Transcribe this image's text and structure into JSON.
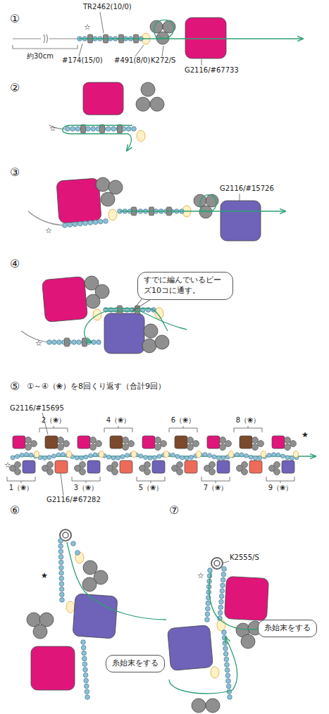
{
  "diagram": {
    "nodes": [
      {
        "text": [
          "すでに編んでいるビーズ10コに通す。"
        ]
      },
      {
        "text": [
          "糸始末をする"
        ]
      },
      {
        "text": [
          "糸始末をする"
        ]
      }
    ],
    "labels": [
      "①",
      "TR2462(10/0)",
      "☆",
      "約30cm",
      "#174(15/0)",
      "#491(8/0)",
      "K272/S",
      "G2116/#67733",
      "②",
      "☆",
      "③",
      "☆",
      "G2116/#15726",
      "④",
      "☆",
      "⑤",
      "①～④（❀）を8回くり返す（合計9回）",
      "G2116/#15695",
      "2（❀）",
      "4（❀）",
      "6（❀）",
      "8（❀）",
      "☆",
      "★",
      "1（❀）",
      "G2116/#67282",
      "3（❀）",
      "5（❀）",
      "7（❀）",
      "9（❀）",
      "⑥",
      "★",
      "⑦",
      "K2555/S",
      "☆"
    ]
  }
}
